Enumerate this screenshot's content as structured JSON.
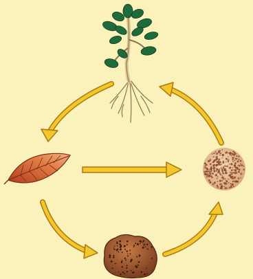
{
  "diagram": {
    "type": "cycle",
    "nodes": [
      {
        "id": "plant",
        "icon": "sapling-with-roots"
      },
      {
        "id": "leaf",
        "icon": "fallen-leaf"
      },
      {
        "id": "clump",
        "icon": "decomposing-clump"
      },
      {
        "id": "soil",
        "icon": "soil-particles"
      }
    ],
    "edges": [
      {
        "from": "plant",
        "to": "leaf",
        "style": "curved"
      },
      {
        "from": "leaf",
        "to": "clump",
        "style": "curved"
      },
      {
        "from": "clump",
        "to": "soil",
        "style": "curved"
      },
      {
        "from": "soil",
        "to": "plant",
        "style": "curved"
      },
      {
        "from": "leaf",
        "to": "soil",
        "style": "straight"
      }
    ]
  },
  "colors": {
    "background": "#fbf1ba",
    "arrow_fill": "#f5c52c",
    "arrow_outline": "#a77a10",
    "leaf_green": "#1f6b3b",
    "leaf_brown": "#c4532a",
    "root_tan": "#e3d0a2",
    "soil_brown": "#8b4a2a",
    "clump_brown": "#7a3e22"
  }
}
